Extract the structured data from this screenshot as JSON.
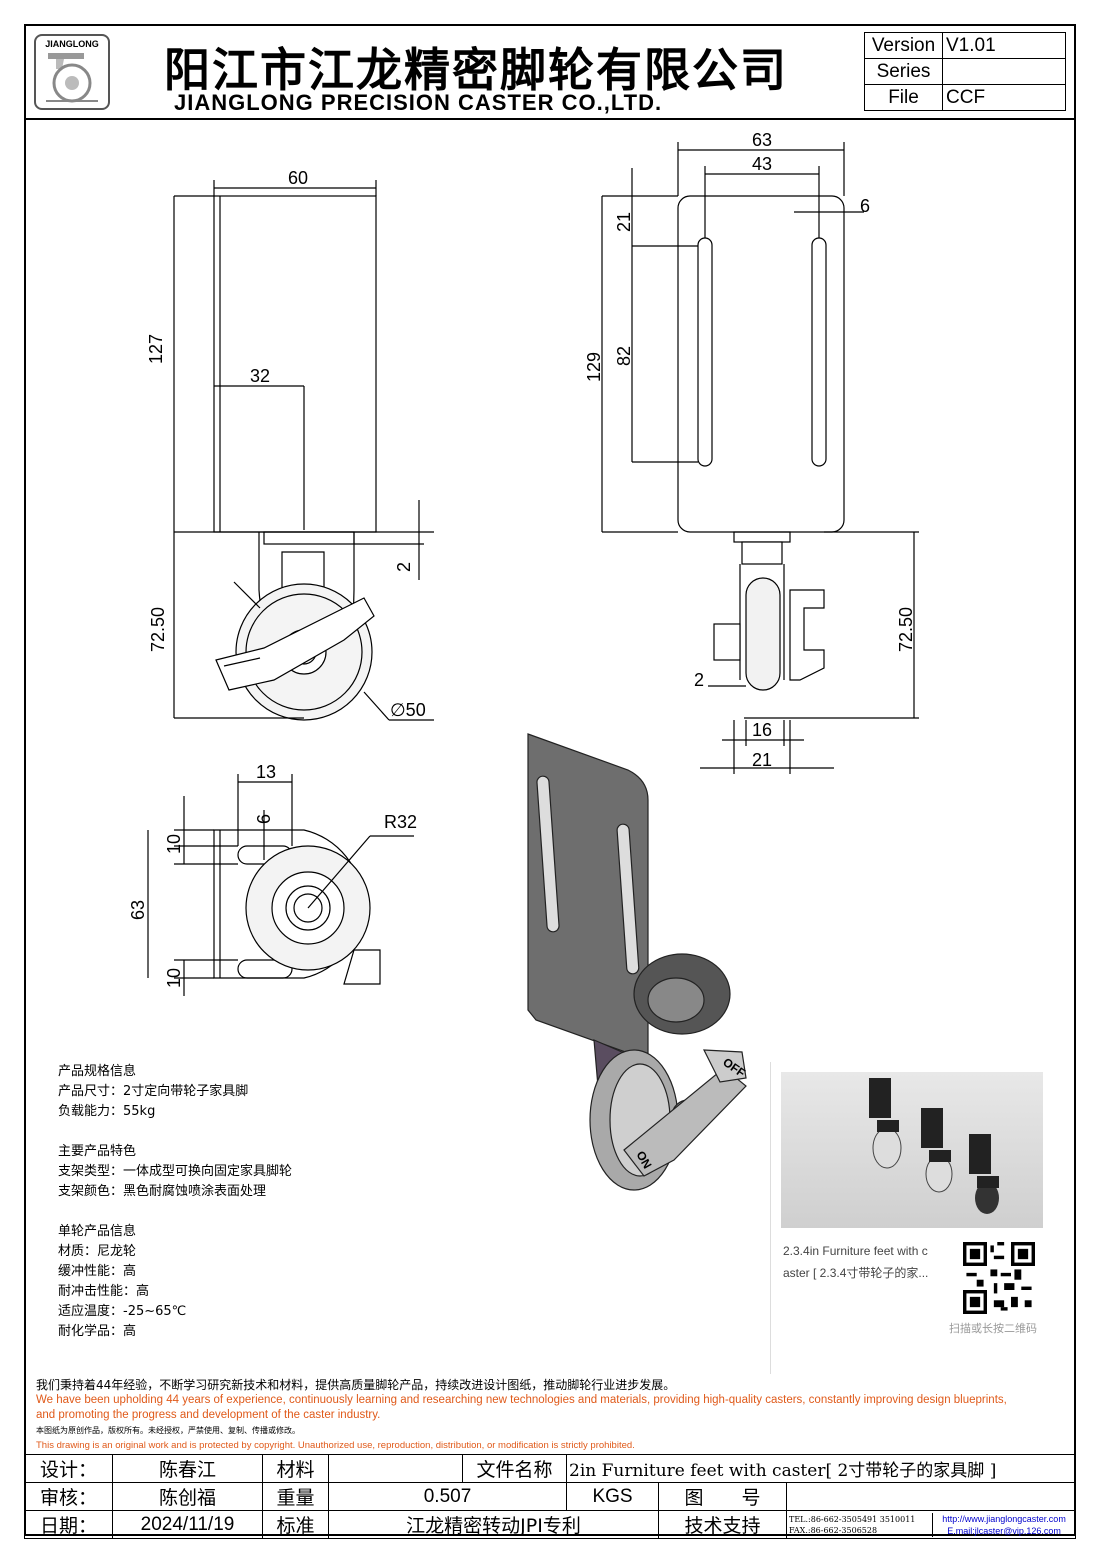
{
  "header": {
    "logo_text": "JIANGLONG",
    "title_cn": "阳江市江龙精密脚轮有限公司",
    "title_en": "JIANGLONG PRECISION CASTER CO.,LTD.",
    "version_label": "Version",
    "version_value": "V1.01",
    "series_label": "Series",
    "series_value": "",
    "file_label": "File",
    "file_value": "CCF"
  },
  "dims": {
    "d60": "60",
    "d127": "127",
    "d32": "32",
    "d2a": "2",
    "d7250a": "72.50",
    "d50": "∅50",
    "d63a": "63",
    "d43": "43",
    "d6a": "6",
    "d21a": "21",
    "d82": "82",
    "d129": "129",
    "d7250b": "72.50",
    "d2b": "2",
    "d16": "16",
    "d21b": "21",
    "d13": "13",
    "d6b": "6",
    "d10a": "10",
    "d63b": "63",
    "d10b": "10",
    "r32": "R32",
    "off": "OFF",
    "on": "ON"
  },
  "specs": {
    "s1_title": "产品规格信息",
    "s1_l1": "产品尺寸：2寸定向带轮子家具脚",
    "s1_l2": "负载能力：55kg",
    "s2_title": "主要产品特色",
    "s2_l1": "支架类型：一体成型可换向固定家具脚轮",
    "s2_l2": "支架颜色：黑色耐腐蚀喷涂表面处理",
    "s3_title": "单轮产品信息",
    "s3_l1": "材质：尼龙轮",
    "s3_l2": "缓冲性能：高",
    "s3_l3": "耐冲击性能：高",
    "s3_l4": "适应温度：-25~65℃",
    "s3_l5": "耐化学品：高"
  },
  "product_card": {
    "text_l1": "2.3.4in Furniture feet with c",
    "text_l2": "aster [ 2.3.4寸带轮子的家...",
    "qr_caption": "扫描或长按二维码"
  },
  "notice": {
    "cn": "我们秉持着44年经验，不断学习研究新技术和材料，提供高质量脚轮产品，持续改进设计图纸，推动脚轮行业进步发展。",
    "en_l1": "We have been upholding 44 years of experience, continuously learning and researching new technologies and materials, providing high-quality casters, constantly improving design blueprints,",
    "en_l2": "and promoting the progress and development of the caster industry.",
    "cn2": "本图纸为原创作品，版权所有。未经授权，严禁使用、复制、传播或修改。",
    "en2": "This drawing is an original work and is protected by copyright. Unauthorized use, reproduction, distribution, or modification is strictly prohibited."
  },
  "titleblock": {
    "design_label": "设计：",
    "design_value": "陈春江",
    "material_label": "材料",
    "material_value": "",
    "filename_label": "文件名称",
    "filename_value": "2in Furniture feet with caster[ 2寸带轮子的家具脚 ]",
    "review_label": "审核：",
    "review_value": "陈创福",
    "weight_label": "重量",
    "weight_value": "0.507",
    "weight_unit": "KGS",
    "drawing_no_label": "图　　号",
    "drawing_no_value": "",
    "date_label": "日期：",
    "date_value": "2024/11/19",
    "standard_label": "标准",
    "standard_value": "江龙精密转动JPI专利",
    "support_label": "技术支持",
    "tel": "TEL.:86-662-3505491 3510011",
    "fax": "FAX.:86-662-3506528",
    "web": "http://www.jianglongcaster.com",
    "email": "E.mail:jlcaster@vip.126.com"
  }
}
